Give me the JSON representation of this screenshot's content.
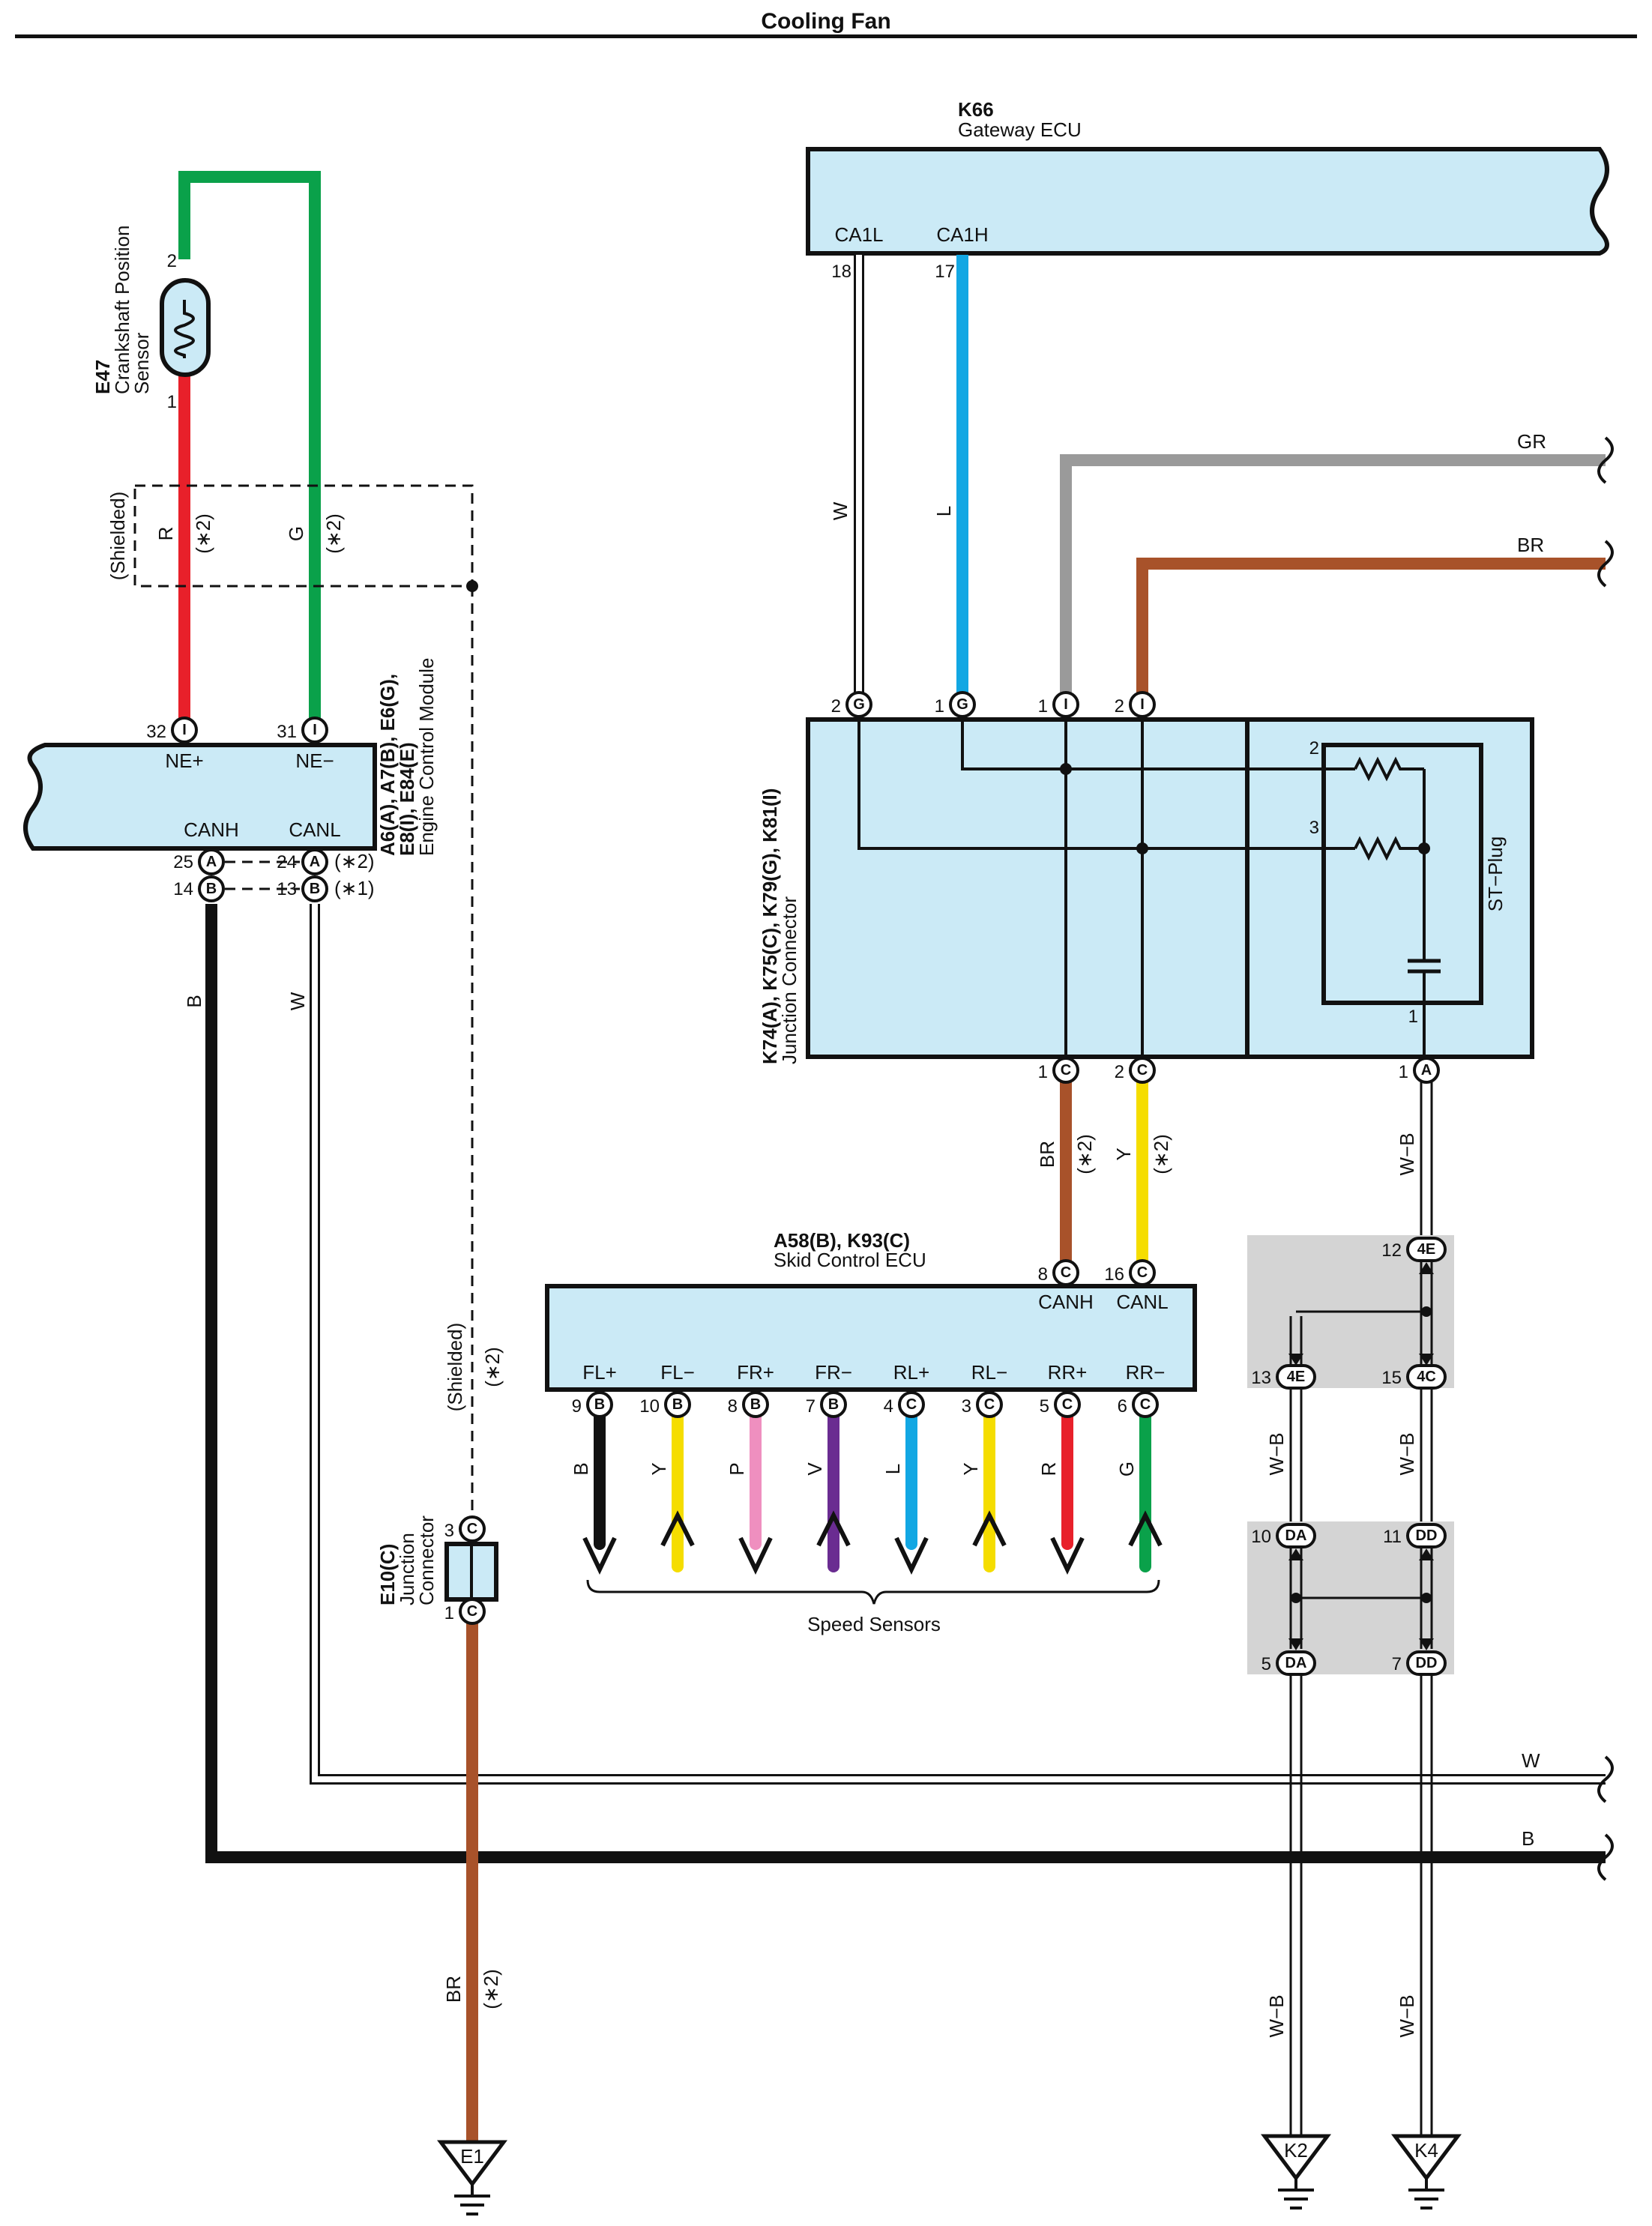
{
  "title": "Cooling Fan",
  "components": {
    "gateway": {
      "code": "K66",
      "name": "Gateway ECU",
      "pin_labels": [
        "CA1L",
        "CA1H"
      ],
      "pin_numbers": [
        "18",
        "17"
      ]
    },
    "sensor": {
      "code": "E47",
      "name_lines": [
        "Crankshaft Position",
        "Sensor"
      ],
      "pin_numbers": [
        "2",
        "1"
      ]
    },
    "ecm": {
      "code_lines": [
        "A6(A), A7(B), E6(G),",
        "E8(I), E84(E)"
      ],
      "name": "Engine Control Module",
      "pin_labels": [
        "NE+",
        "NE−",
        "CANH",
        "CANL"
      ],
      "pin_numbers": [
        "32",
        "31",
        "25",
        "24",
        "14",
        "13"
      ],
      "notes": [
        "(∗2)",
        "(∗1)"
      ]
    },
    "junction": {
      "code": "K74(A), K75(C), K79(G), K81(I)",
      "name": "Junction Connector",
      "pin_numbers_top": [
        "2",
        "1",
        "1",
        "2"
      ],
      "pin_numbers_bottom": [
        "1",
        "2",
        "1"
      ],
      "inner_numbers": [
        "2",
        "3",
        "1"
      ],
      "st_plug": "ST−Plug"
    },
    "skid": {
      "code": "A58(B), K93(C)",
      "name": "Skid Control ECU",
      "pin_labels": [
        "CANH",
        "CANL",
        "FL+",
        "FL−",
        "FR+",
        "FR−",
        "RL+",
        "RL−",
        "RR+",
        "RR−"
      ],
      "pin_numbers_top": [
        "8",
        "16"
      ],
      "pin_numbers_bottom": [
        "9",
        "10",
        "8",
        "7",
        "4",
        "3",
        "5",
        "6"
      ],
      "sensor_label": "Speed Sensors"
    },
    "e10": {
      "code": "E10(C)",
      "name_lines": [
        "Junction",
        "Connector"
      ],
      "pin_numbers": [
        "3",
        "1"
      ]
    },
    "joints": {
      "labels": [
        "4E",
        "4E",
        "4C",
        "DA",
        "DD",
        "DA",
        "DD"
      ],
      "pin_numbers": [
        "12",
        "13",
        "15",
        "10",
        "11",
        "5",
        "7"
      ]
    },
    "grounds": [
      "E1",
      "K2",
      "K4"
    ]
  },
  "wires": {
    "labels": [
      "R",
      "G",
      "W",
      "L",
      "GR",
      "BR",
      "B",
      "Y",
      "W−B",
      "P",
      "V"
    ],
    "shielded": "(Shielded)",
    "note": "(∗2)",
    "colors": {
      "R": "#e8202a",
      "G": "#0aa14a",
      "W": "#ffffff",
      "L": "#12a7e3",
      "GR": "#9a9a9a",
      "BR": "#a8522a",
      "B": "#111111",
      "Y": "#f5dd00",
      "P": "#ef8fbf",
      "V": "#6a2c91"
    }
  }
}
